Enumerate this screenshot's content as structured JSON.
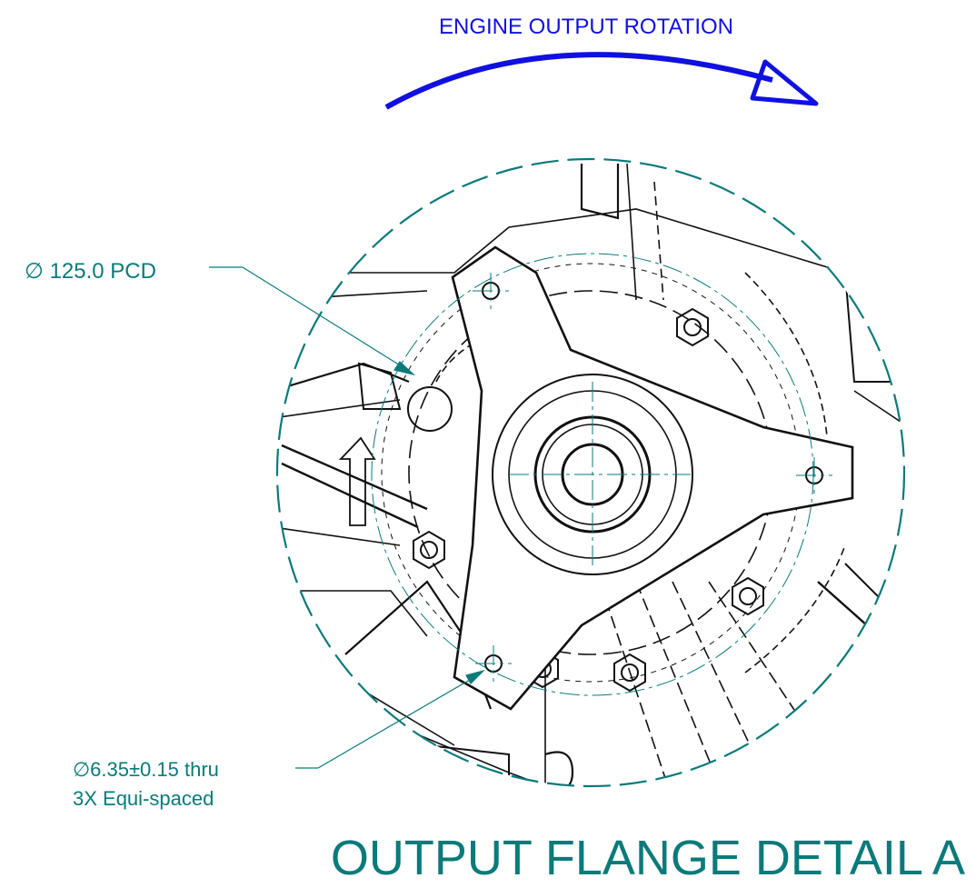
{
  "rotation": {
    "label": "ENGINE OUTPUT ROTATION",
    "color": "#1010e0"
  },
  "annotations": {
    "pcd_label": "∅ 125.0  PCD",
    "hole_spec_line1": "∅6.35±0.15 thru",
    "hole_spec_line2": "3X Equi-spaced",
    "color": "#0a7a7a"
  },
  "detail_title": "OUTPUT FLANGE DETAIL A",
  "colors": {
    "linework": "#111111",
    "detail_boundary": "#0a7a7a",
    "centerline": "#0a7a7a"
  }
}
